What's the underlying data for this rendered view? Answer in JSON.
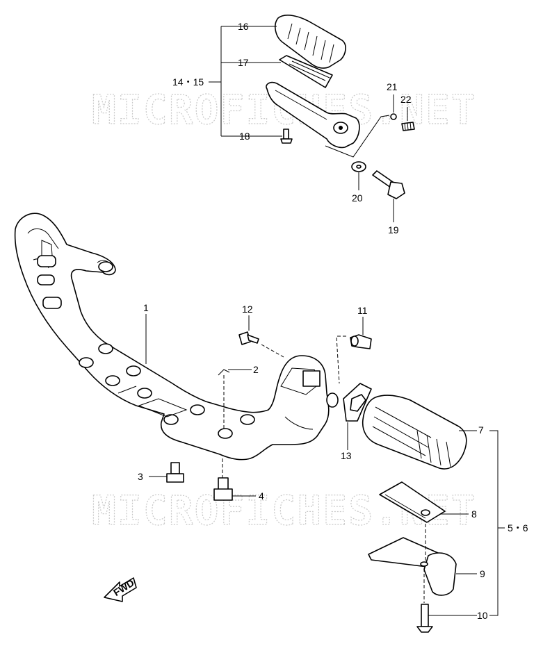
{
  "watermarks": [
    "MICROFICHES.NET",
    "MICROFICHES.NET"
  ],
  "fwd_label": "FWD",
  "labels": {
    "p1": "1",
    "p2": "2",
    "p3": "3",
    "p4": "4",
    "p7": "7",
    "p8": "8",
    "p9": "9",
    "p10": "10",
    "p11": "11",
    "p12": "12",
    "p13": "13",
    "p14_15": "14・15",
    "p16": "16",
    "p17": "17",
    "p18": "18",
    "p19": "19",
    "p20": "20",
    "p21": "21",
    "p22": "22",
    "p5_6": "5・6"
  }
}
